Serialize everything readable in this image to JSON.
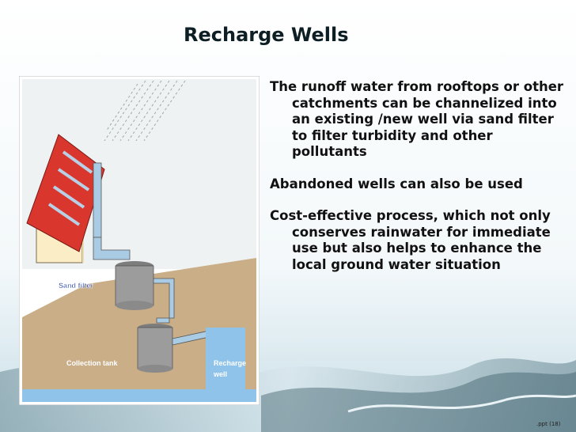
{
  "slide": {
    "title": "Recharge Wells",
    "bullets": [
      "The runoff water from rooftops or other catchments can be channelized into  an existing /new well via sand filter to filter turbidity and other pollutants",
      "Abandoned wells can also be used",
      "Cost-effective process, which not only conserves rainwater for immediate use but also helps to enhance the local ground water situation"
    ],
    "footer": ".ppt  (18)"
  },
  "diagram": {
    "labels": {
      "sand_filter": "Sand filter",
      "collection_tank": "Collection tank",
      "recharge_well_line1": "Recharge",
      "recharge_well_line2": "well"
    }
  },
  "colors": {
    "background_top": "#ffffff",
    "background_bottom": "#c9dfe7",
    "roof": "#d9362e",
    "wall": "#fbeec6",
    "sky": "#eaf0f2",
    "soil": "#c7ad86",
    "pipe": "#a9cbe3",
    "tank": "#9c9c9c",
    "water": "#8fc3ea",
    "label_blue": "#2845a8"
  }
}
